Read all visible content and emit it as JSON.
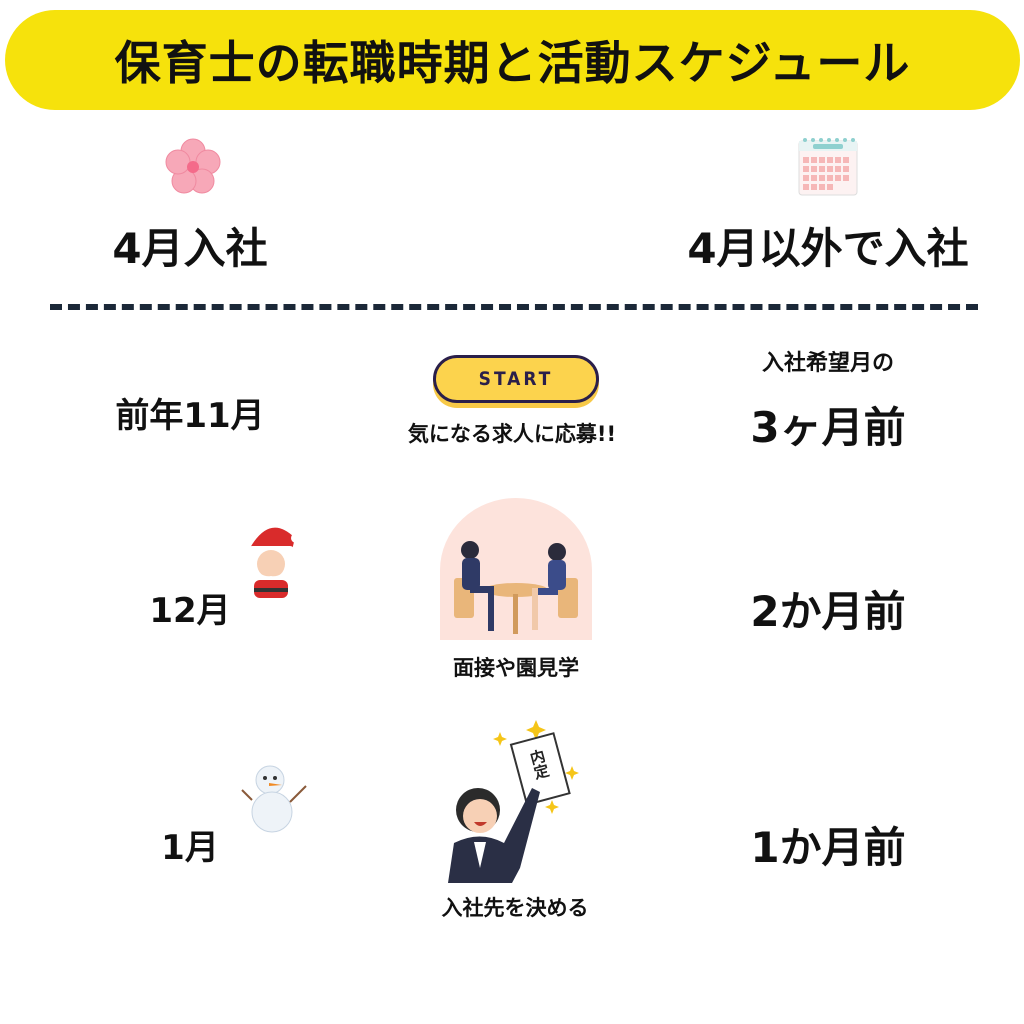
{
  "title": "保育士の転職時期と活動スケジュール",
  "columns": {
    "left": "4月入社",
    "right": "4月以外で入社"
  },
  "icons": {
    "left": "cherry-blossom-icon",
    "right": "calendar-icon"
  },
  "rows": [
    {
      "left": "前年11月",
      "button": "START",
      "caption": "気になる求人に応募!!",
      "right_sub": "入社希望月の",
      "right": "3ヶ月前",
      "decor": "none",
      "illustration": "start-button"
    },
    {
      "left": "12月",
      "caption": "面接や園見学",
      "right": "2か月前",
      "decor": "santa-icon",
      "illustration": "interview-illustration"
    },
    {
      "left": "1月",
      "caption": "入社先を決める",
      "right": "1か月前",
      "decor": "snowman-icon",
      "illustration": "job-offer-illustration"
    }
  ],
  "offer_sign": "内定",
  "colors": {
    "title_bg": "#f6e20c",
    "dash": "#1b2838",
    "button_bg": "#fcd34d",
    "button_border": "#2a1f4a"
  }
}
